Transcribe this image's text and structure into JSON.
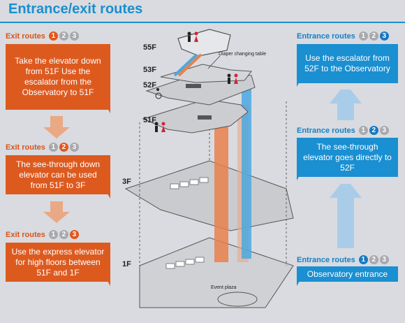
{
  "title": "Entrance/exit routes",
  "exit_routes": [
    {
      "label": "Exit routes",
      "nums": [
        "1",
        "2",
        "3"
      ],
      "active": 0,
      "text": "Take the elevator down from 51F Use the escalator from the Observatory to 51F"
    },
    {
      "label": "Exit routes",
      "nums": [
        "1",
        "2",
        "3"
      ],
      "active": 1,
      "text": "The see-through down elevator can be used from 51F to 3F"
    },
    {
      "label": "Exit routes",
      "nums": [
        "1",
        "2",
        "3"
      ],
      "active": 2,
      "text": "Use the express elevator for high floors between 51F and 1F"
    }
  ],
  "entrance_routes": [
    {
      "label": "Entrance routes",
      "nums": [
        "1",
        "2",
        "3"
      ],
      "active": 2,
      "text": "Use the escalator from 52F to the Observatory"
    },
    {
      "label": "Entrance routes",
      "nums": [
        "1",
        "2",
        "3"
      ],
      "active": 1,
      "text": "The see-through elevator goes directly to 52F"
    },
    {
      "label": "Entrance routes",
      "nums": [
        "1",
        "2",
        "3"
      ],
      "active": 0,
      "text": "Observatory entrance"
    }
  ],
  "floors": {
    "f55": "55F",
    "f53": "53F",
    "f52": "52F",
    "f51": "51F",
    "f3": "3F",
    "f1": "1F"
  },
  "annotations": {
    "diaper": "Diaper changing table",
    "event_plaza": "Event plaza"
  },
  "colors": {
    "orange": "#dd5a1f",
    "blue": "#1a8fd1",
    "arrow_orange": "#e9a985",
    "arrow_blue": "#a9cde8"
  }
}
